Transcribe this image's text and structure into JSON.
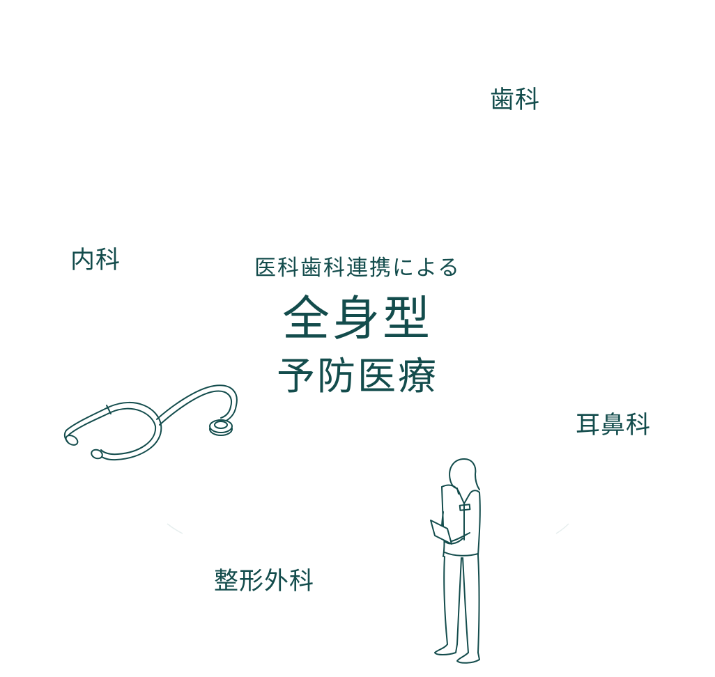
{
  "departments": {
    "dental": "歯科",
    "internal": "内科",
    "ent": "耳鼻科",
    "orthopedics": "整形外科"
  },
  "center": {
    "subtitle": "医科歯科連携による",
    "title_main": "全身型",
    "title_sub": "予防医療"
  },
  "colors": {
    "text": "#134c4c",
    "background": "#ffffff"
  },
  "illustrations": {
    "left": "stethoscope-icon",
    "right": "nurse-figure"
  }
}
